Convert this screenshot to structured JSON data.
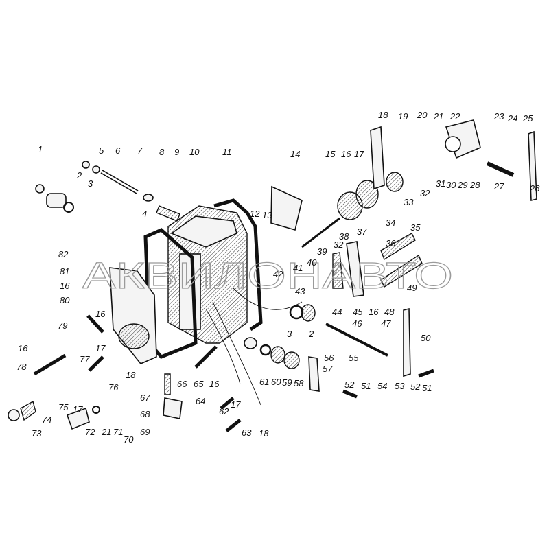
{
  "watermark": "АКВИЛОНАВТО",
  "labels": [
    "1",
    "2",
    "3",
    "4",
    "5",
    "6",
    "7",
    "8",
    "9",
    "10",
    "11",
    "12",
    "13",
    "14",
    "15",
    "16",
    "17",
    "18",
    "19",
    "20",
    "21",
    "22",
    "23",
    "24",
    "25",
    "26",
    "27",
    "28",
    "29",
    "30",
    "31",
    "32",
    "33",
    "34",
    "35",
    "36",
    "37",
    "38",
    "39",
    "32",
    "40",
    "41",
    "42",
    "43",
    "44",
    "45",
    "16",
    "48",
    "49",
    "46",
    "47",
    "50",
    "55",
    "56",
    "57",
    "54",
    "53",
    "52",
    "51",
    "52",
    "51",
    "2",
    "3",
    "58",
    "59",
    "60",
    "61",
    "16",
    "65",
    "66",
    "62",
    "17",
    "63",
    "18",
    "67",
    "68",
    "64",
    "69",
    "70",
    "71",
    "21",
    "72",
    "17",
    "73",
    "74",
    "75",
    "76",
    "77",
    "17",
    "18",
    "78",
    "16",
    "79",
    "16",
    "80",
    "16",
    "81",
    "82"
  ]
}
